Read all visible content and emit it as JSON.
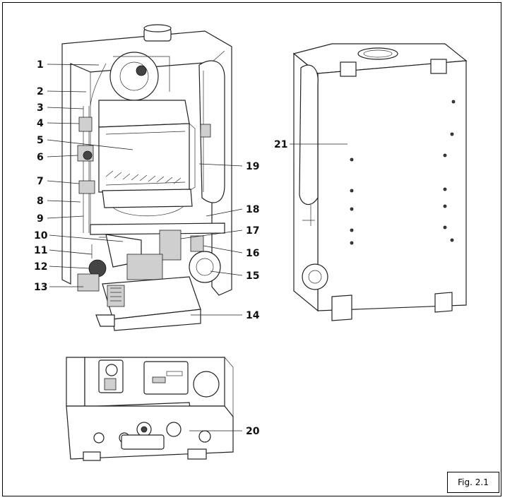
{
  "callouts": [
    "1",
    "2",
    "3",
    "4",
    "5",
    "6",
    "7",
    "8",
    "9",
    "10",
    "11",
    "12",
    "13",
    "14",
    "15",
    "16",
    "17",
    "18",
    "19",
    "20",
    "21"
  ],
  "figure_label": "Fig. 2.1"
}
